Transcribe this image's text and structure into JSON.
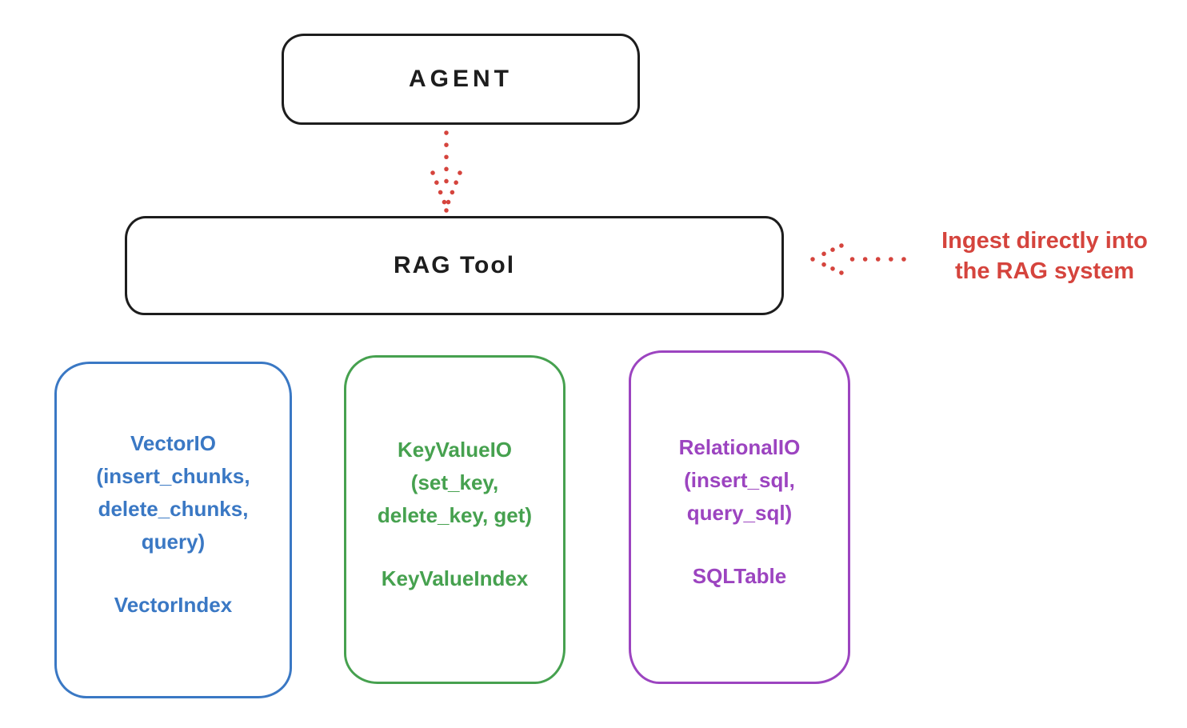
{
  "diagram": {
    "agent": {
      "label": "AGENT"
    },
    "rag_tool": {
      "label": "RAG Tool"
    },
    "annotation": {
      "line1": "Ingest directly into",
      "line2": "the RAG system"
    },
    "arrows": [
      {
        "name": "agent-to-rag-dotted-arrow",
        "style": "dotted",
        "direction": "down",
        "color": "#d5443d"
      },
      {
        "name": "annotation-to-rag-dotted-arrow",
        "style": "dotted",
        "direction": "left",
        "color": "#d5443d"
      }
    ],
    "colors": {
      "ink": "#1d1d1d",
      "red": "#d5443d",
      "blue": "#3a78c4",
      "green": "#46a14f",
      "purple": "#9c44c0",
      "background": "#ffffff"
    },
    "backends": [
      {
        "name": "vector-io",
        "color": "#3a78c4",
        "title_lines": [
          "VectorIO",
          "(insert_chunks,",
          "delete_chunks,",
          "query)"
        ],
        "index_label": "VectorIndex"
      },
      {
        "name": "keyvalue-io",
        "color": "#46a14f",
        "title_lines": [
          "KeyValueIO",
          "(set_key,",
          "delete_key, get)"
        ],
        "index_label": "KeyValueIndex"
      },
      {
        "name": "relational-io",
        "color": "#9c44c0",
        "title_lines": [
          "RelationalIO",
          "(insert_sql,",
          "query_sql)"
        ],
        "index_label": "SQLTable"
      }
    ]
  }
}
